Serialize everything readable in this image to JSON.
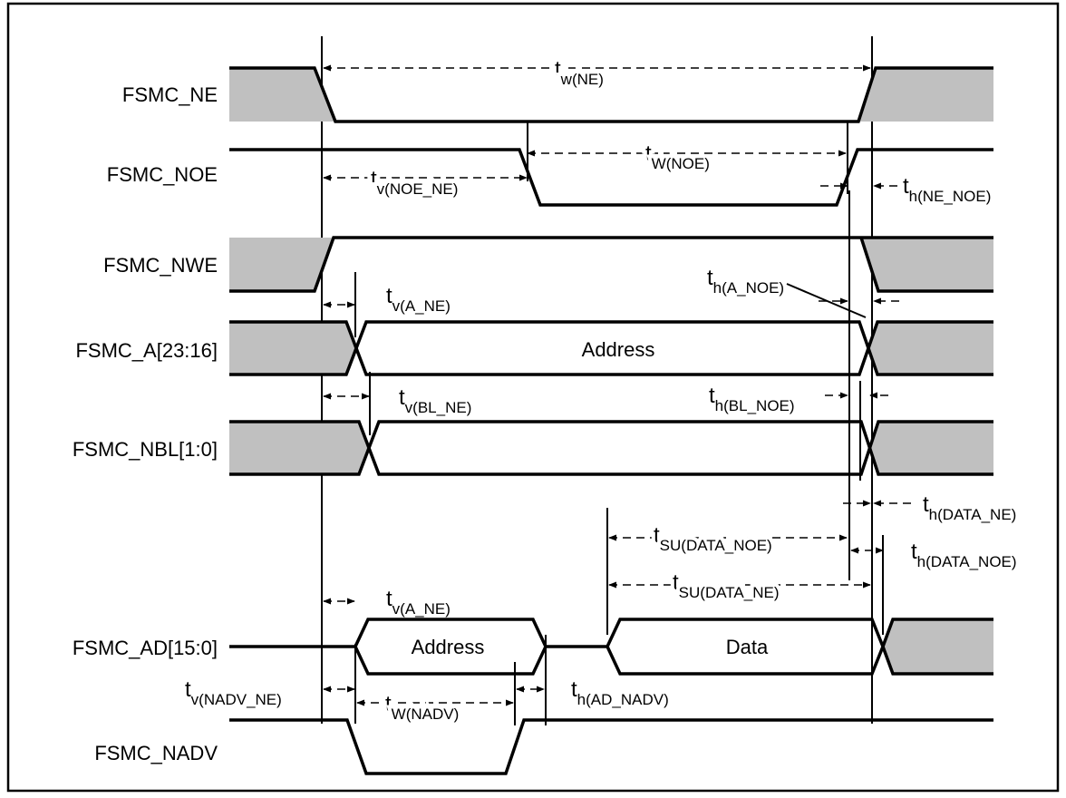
{
  "signals": {
    "ne": "FSMC_NE",
    "noe": "FSMC_NOE",
    "nwe": "FSMC_NWE",
    "a": "FSMC_A[23:16]",
    "nbl": "FSMC_NBL[1:0]",
    "ad": "FSMC_AD[15:0]",
    "nadv": "FSMC_NADV"
  },
  "bus_labels": {
    "a_address": "Address",
    "ad_address": "Address",
    "ad_data": "Data"
  },
  "timing_labels": {
    "tw_ne": {
      "main": "t",
      "sub": "w(NE)"
    },
    "tv_noe_ne": {
      "main": "t",
      "sub": "v(NOE_NE)"
    },
    "tw_noe": {
      "main": "t",
      "sub": "W(NOE)"
    },
    "th_ne_noe": {
      "main": "t",
      "sub": "h(NE_NOE)"
    },
    "tv_a_ne": {
      "main": "t",
      "sub": "v(A_NE)"
    },
    "th_a_noe": {
      "main": "t",
      "sub": "h(A_NOE)"
    },
    "tv_bl_ne": {
      "main": "t",
      "sub": "v(BL_NE)"
    },
    "th_bl_noe": {
      "main": "t",
      "sub": "h(BL_NOE)"
    },
    "th_data_ne": {
      "main": "t",
      "sub": "h(DATA_NE)"
    },
    "tsu_data_noe": {
      "main": "t",
      "sub": "SU(DATA_NOE)"
    },
    "th_data_noe": {
      "main": "t",
      "sub": "h(DATA_NOE)"
    },
    "tsu_data_ne": {
      "main": "t",
      "sub": "SU(DATA_NE)"
    },
    "tv_a_ne_2": {
      "main": "t",
      "sub": "v(A_NE)"
    },
    "tv_nadv_ne": {
      "main": "t",
      "sub": "v(NADV_NE)"
    },
    "tw_nadv": {
      "main": "t",
      "sub": "W(NADV)"
    },
    "th_ad_nadv": {
      "main": "t",
      "sub": "h(AD_NADV)"
    }
  }
}
